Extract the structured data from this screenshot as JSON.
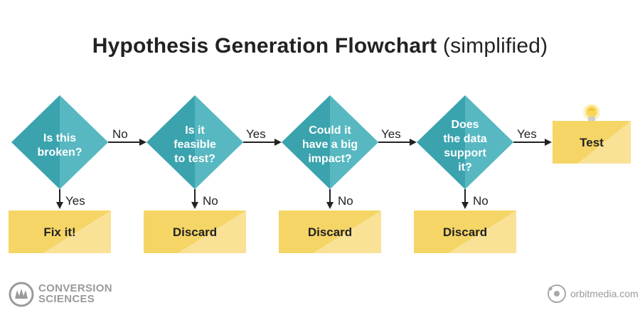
{
  "title": {
    "main": "Hypothesis Generation Flowchart",
    "sub": "(simplified)"
  },
  "colors": {
    "diamond_dark": "#3aa3ae",
    "diamond_light": "#57b8c1",
    "box_dark": "#f5d566",
    "box_light": "#f9e196",
    "text": "#222222",
    "logo_gray": "#9a9a9a"
  },
  "decisions": [
    {
      "lines": [
        "Is this",
        "broken?"
      ]
    },
    {
      "lines": [
        "Is it",
        "feasible",
        "to test?"
      ]
    },
    {
      "lines": [
        "Could it",
        "have a big",
        "impact?"
      ]
    },
    {
      "lines": [
        "Does",
        "the data",
        "support",
        "it?"
      ]
    }
  ],
  "outcomes": [
    {
      "label": "Fix it!",
      "edge": "Yes"
    },
    {
      "label": "Discard",
      "edge": "No"
    },
    {
      "label": "Discard",
      "edge": "No"
    },
    {
      "label": "Discard",
      "edge": "No"
    }
  ],
  "forward_edges": [
    "No",
    "Yes",
    "Yes",
    "Yes"
  ],
  "final": {
    "label": "Test",
    "icon": "lightbulb-icon"
  },
  "logos": {
    "left": {
      "lines": [
        "CONVERSION",
        "SCIENCES"
      ],
      "icon": "conversion-sciences-logo-icon"
    },
    "right": {
      "text": "orbitmedia.com",
      "icon": "orbit-media-logo-icon"
    }
  }
}
